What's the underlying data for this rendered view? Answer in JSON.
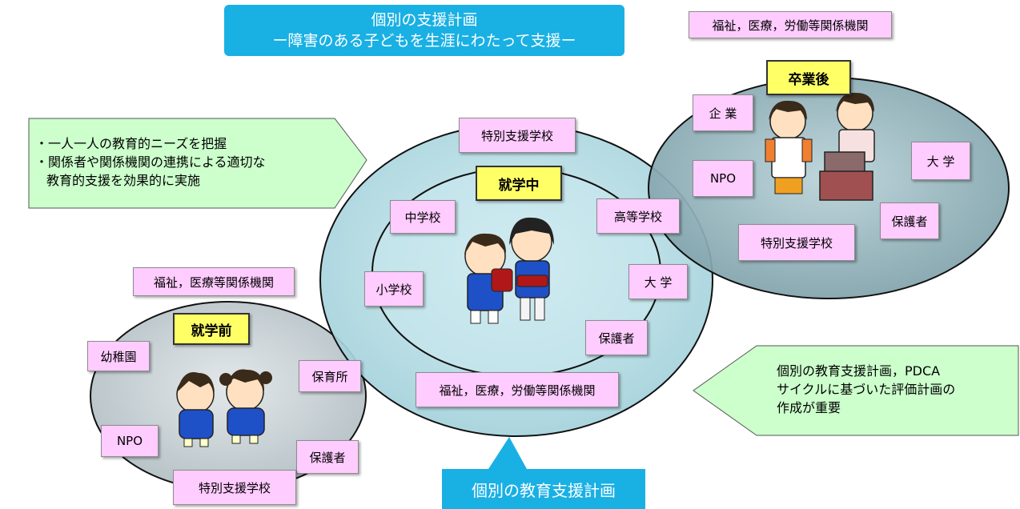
{
  "title": {
    "line1": "個別の支援計画",
    "line2": "ー障害のある子どもを生涯にわたって支援ー"
  },
  "top_right_label": "福祉，医療，労働等関係機関",
  "left_note": {
    "line1": "・一人一人の教育的ニーズを把握",
    "line2": "・関係者や関係機関の連携による適切な",
    "line3": "教育的支援を効果的に実施"
  },
  "right_note": {
    "line1": "個別の教育支援計画，PDCA",
    "line2": "サイクルに基づいた評価計画の",
    "line3": "作成が重要"
  },
  "preschool": {
    "stage": "就学前",
    "labels": [
      "福祉，医療等関係機関",
      "幼稚園",
      "保育所",
      "NPO",
      "保護者",
      "特別支援学校"
    ]
  },
  "inschool": {
    "stage": "就学中",
    "labels": [
      "特別支援学校",
      "中学校",
      "高等学校",
      "小学校",
      "大 学",
      "保護者",
      "福祉，医療，労働等関係機関"
    ]
  },
  "postschool": {
    "stage": "卒業後",
    "labels": [
      "企 業",
      "NPO",
      "大 学",
      "保護者",
      "特別支援学校"
    ]
  },
  "bottom_label": "個別の教育支援計画",
  "colors": {
    "title_bg": "#19b0e4",
    "tag_bg": "#ffccff",
    "stage_bg": "#ffff66",
    "note_bg": "#ccffcc",
    "ellipse_left": "#cfd8dc",
    "ellipse_mid": "#bfe3ea",
    "ellipse_right": "#8fb1b9"
  }
}
